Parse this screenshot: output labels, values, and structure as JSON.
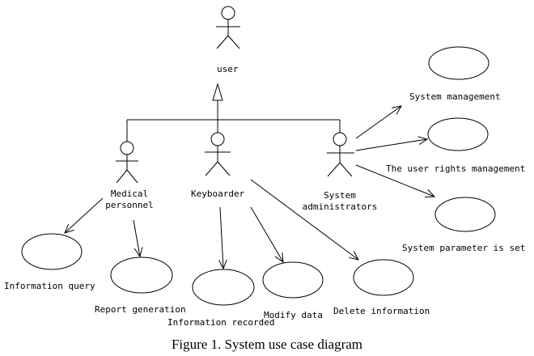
{
  "actors": {
    "user": "user",
    "medical": "Medical\npersonnel",
    "keyboarder": "Keyboarder",
    "sysadmin": "System\nadministrators"
  },
  "use_cases": {
    "system_management": "System management",
    "user_rights_management": "The user rights management",
    "system_parameter": "System parameter is set",
    "information_query": "Information query",
    "report_generation": "Report generation",
    "information_recorded": "Information recorded",
    "modify_data": "Modify data",
    "delete_information": "Delete information"
  },
  "caption": "Figure 1.  System use case diagram"
}
